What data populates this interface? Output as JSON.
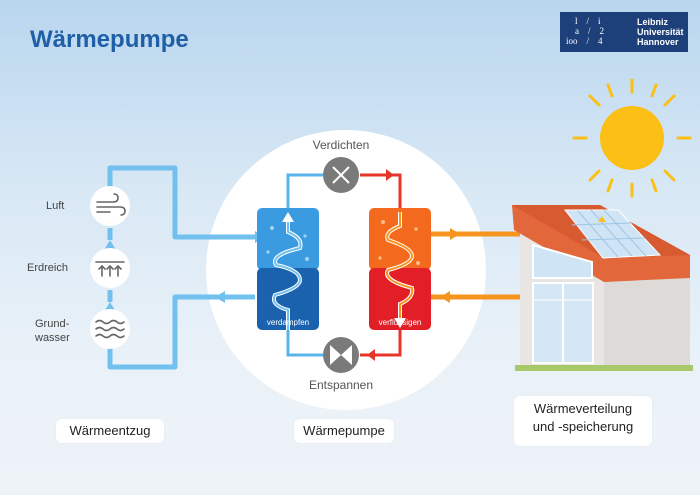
{
  "title": "Wärmepumpe",
  "logo": {
    "mark": "l/i a/2 ioo/4",
    "line1": "Leibniz",
    "line2": "Universität",
    "line3": "Hannover"
  },
  "sources": [
    {
      "label": "Luft",
      "icon": "wind-icon"
    },
    {
      "label": "Erdreich",
      "icon": "ground-heat-icon"
    },
    {
      "label": "Grund-\nwasser",
      "icon": "water-waves-icon"
    }
  ],
  "compressor_label": "Verdichten",
  "expansion_label": "Entspannen",
  "evaporator_label": "verdampfen",
  "condenser_label": "verflüssigen",
  "box_source": "Wärmeentzug",
  "box_pump": "Wärmepumpe",
  "box_house_line1": "Wärmeverteilung",
  "box_house_line2": "und -speicherung",
  "colors": {
    "cold": "#59b4ea",
    "hot": "#e8352a",
    "orange": "#f7941d",
    "blue_dark": "#1f5fa8"
  }
}
